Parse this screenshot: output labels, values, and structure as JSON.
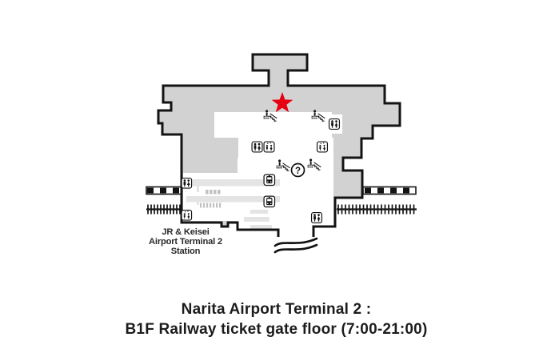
{
  "map": {
    "station_label_lines": [
      "JR & Keisei",
      "Airport Terminal 2",
      "Station"
    ],
    "info_symbol": "?",
    "icons": [
      {
        "name": "star-marker"
      },
      {
        "name": "escalator-icon-top-left"
      },
      {
        "name": "escalator-icon-top-right"
      },
      {
        "name": "restroom-icon-top-right"
      },
      {
        "name": "restroom-icon-center-left"
      },
      {
        "name": "elevator-icon-center-left"
      },
      {
        "name": "elevator-icon-center-right"
      },
      {
        "name": "escalator-icon-center-left"
      },
      {
        "name": "escalator-icon-center-right"
      },
      {
        "name": "information-icon"
      },
      {
        "name": "train-icon-upper"
      },
      {
        "name": "train-icon-lower"
      },
      {
        "name": "restroom-icon-left-wall"
      },
      {
        "name": "elevator-icon-left-wall"
      },
      {
        "name": "restroom-icon-bottom-right"
      },
      {
        "name": "railway-track-left"
      },
      {
        "name": "railway-track-right"
      },
      {
        "name": "passage-wave-lines"
      }
    ]
  },
  "caption": {
    "line1": "Narita Airport Terminal 2 :",
    "line2": "B1F Railway ticket gate floor (7:00-21:00)"
  },
  "colors": {
    "building_fill": "#d2d2d3",
    "outline": "#141414",
    "star_red": "#e60012",
    "platform_fill": "#e4e4e5",
    "gate_mark": "#c2c2c4",
    "white": "#ffffff",
    "label_text": "#2a2a2a",
    "caption_text": "#1c1c1c"
  }
}
